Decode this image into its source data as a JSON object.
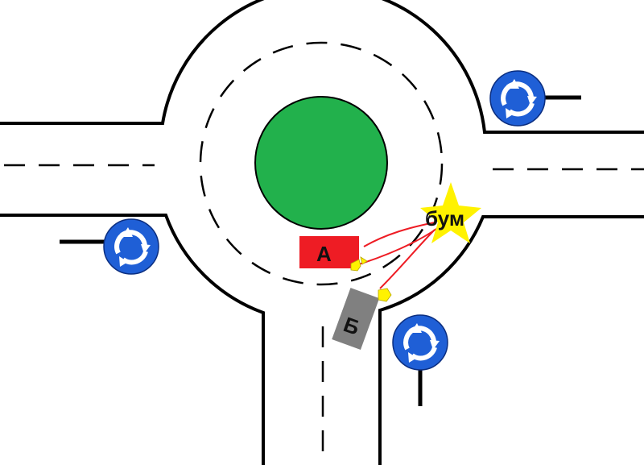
{
  "scene": {
    "car_a": {
      "label": "А",
      "color": "#ee1c24"
    },
    "car_b": {
      "label": "Б",
      "color": "#808080"
    },
    "collision": {
      "label": "бум",
      "color": "#fff200"
    },
    "island_color": "#22b14c",
    "sign_color": "#1f5fd6",
    "signs": [
      {
        "name": "roundabout-sign-top-right",
        "icon": "roundabout-icon"
      },
      {
        "name": "roundabout-sign-left",
        "icon": "roundabout-icon"
      },
      {
        "name": "roundabout-sign-bottom",
        "icon": "roundabout-icon"
      }
    ],
    "trajectory_color": "#ee1c24"
  }
}
